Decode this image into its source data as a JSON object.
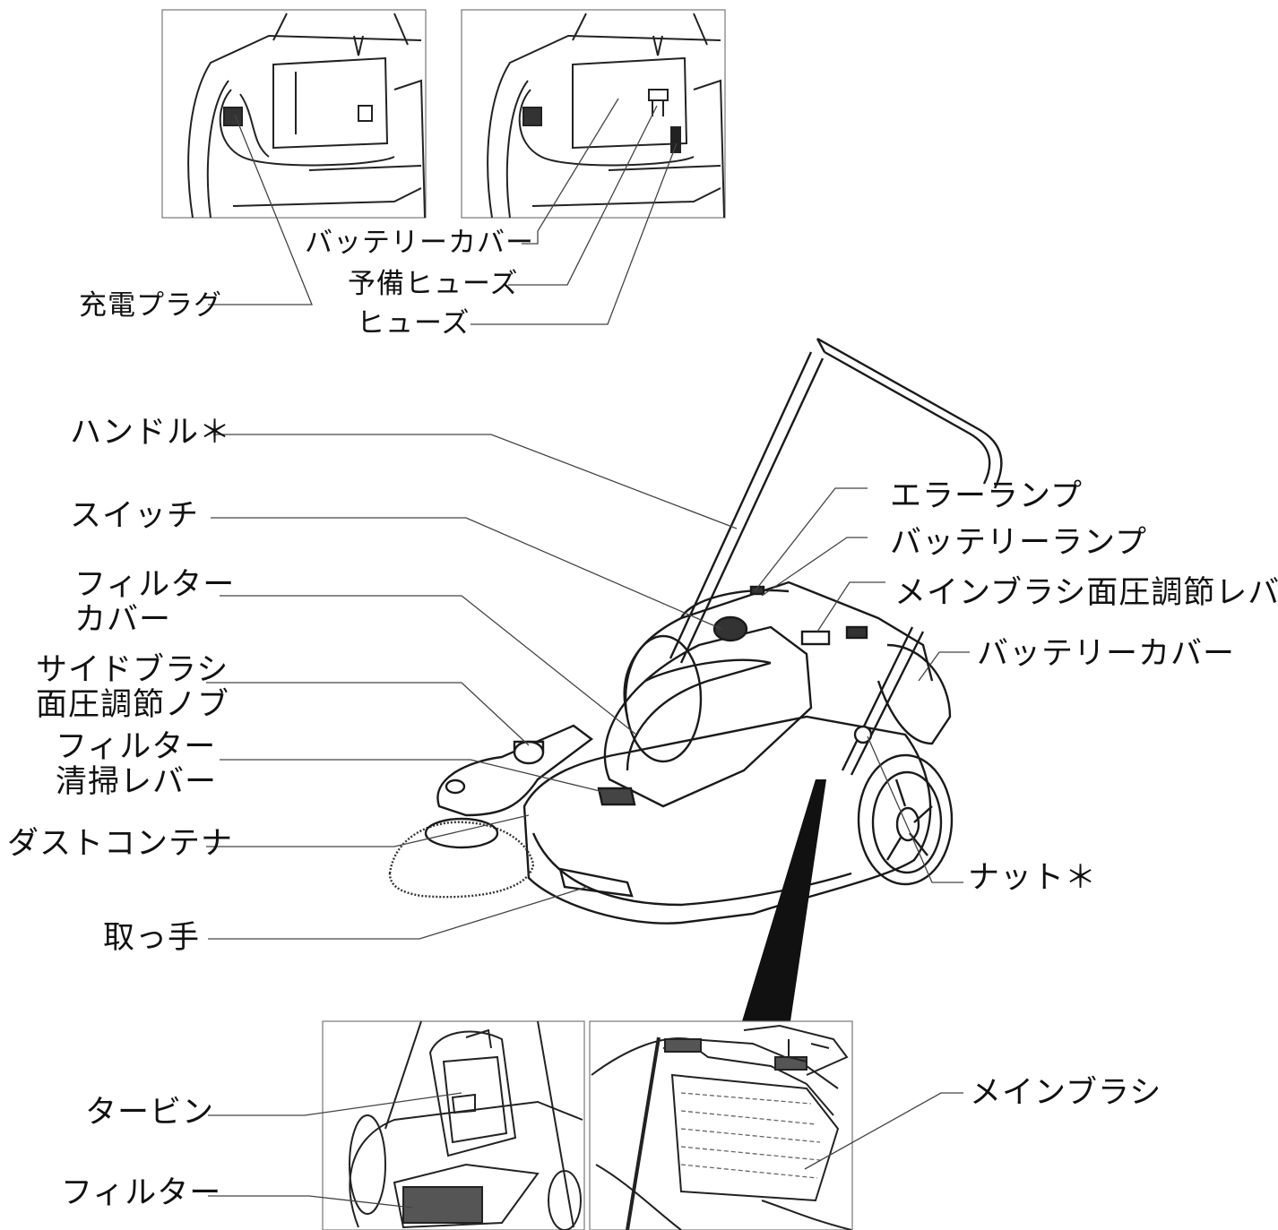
{
  "top_insets": {
    "charging_plug": "充電プラグ",
    "battery_cover": "バッテリーカバー",
    "spare_fuse": "予備ヒューズ",
    "fuse": "ヒューズ"
  },
  "main_view": {
    "handle": "ハンドル＊",
    "switch": "スイッチ",
    "filter_cover_line1": "フィルター",
    "filter_cover_line2": "カバー",
    "side_brush_knob_line1": "サイドブラシ",
    "side_brush_knob_line2": "面圧調節ノブ",
    "filter_clean_lever_line1": "フィルター",
    "filter_clean_lever_line2": "清掃レバー",
    "dust_container": "ダストコンテナ",
    "grip": "取っ手",
    "error_lamp": "エラーランプ",
    "battery_lamp": "バッテリーランプ",
    "main_brush_lever": "メインブラシ面圧調節レバー",
    "battery_cover": "バッテリーカバー",
    "nut": "ナット＊"
  },
  "bottom_insets": {
    "turbine": "タービン",
    "filter": "フィルター",
    "main_brush": "メインブラシ"
  }
}
